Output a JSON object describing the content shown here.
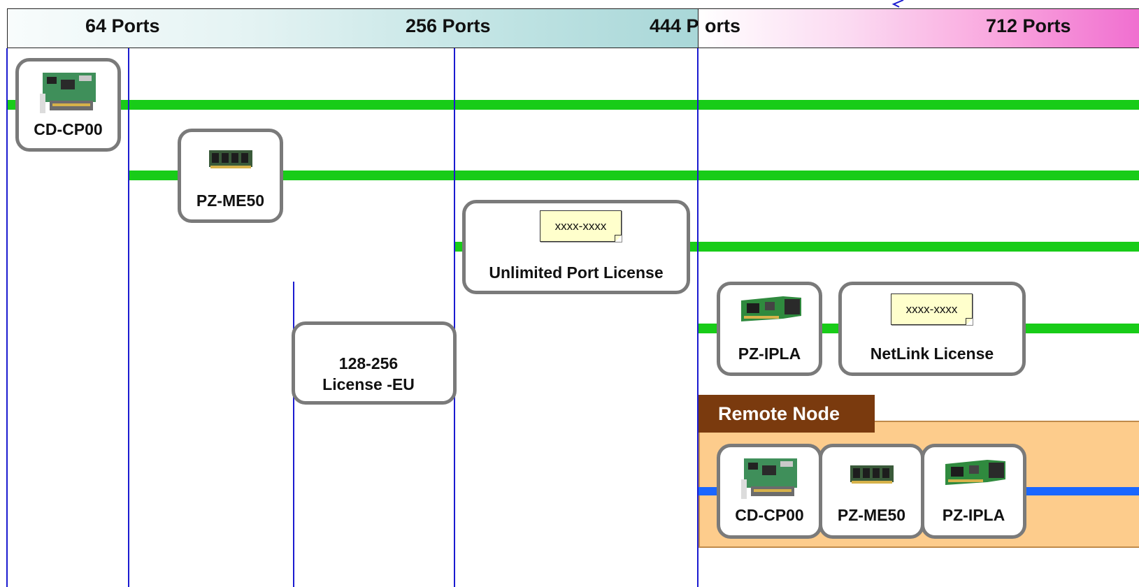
{
  "header": {
    "left": [
      "64 Ports",
      "256 Ports",
      "444 P"
    ],
    "right": [
      "orts",
      "712 Ports"
    ]
  },
  "components": {
    "cp00_main": "CD-CP00",
    "me50_main": "PZ-ME50",
    "unlimited_license": "Unlimited Port License",
    "unlimited_key": "xxxx-xxxx",
    "license_eu_line1": "128-256",
    "license_eu_line2": "License -EU",
    "ipla_main": "PZ-IPLA",
    "netlink_license": "NetLink License",
    "netlink_key": "xxxx-xxxx"
  },
  "remote_node": {
    "title": "Remote Node",
    "items": [
      "CD-CP00",
      "PZ-ME50",
      "PZ-IPLA"
    ]
  },
  "colors": {
    "green_line": "#18cc18",
    "blue_divider": "#1b1bd0",
    "remote_bus": "#1a66ff",
    "remote_panel": "#fdcc8c",
    "remote_tab": "#7a3a0e"
  }
}
